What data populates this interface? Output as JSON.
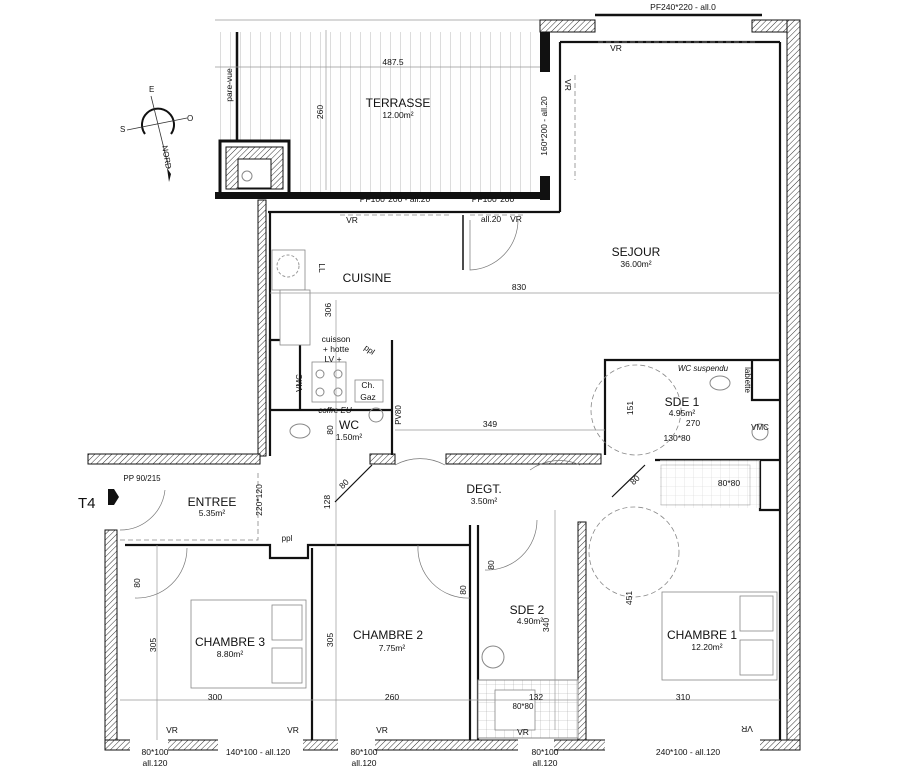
{
  "unit_type": "T4",
  "compass": {
    "e": "E",
    "o": "O",
    "s": "S",
    "nord": "NORD"
  },
  "rooms": {
    "terrasse": {
      "name": "TERRASSE",
      "area": "12.00m²"
    },
    "sejour": {
      "name": "SEJOUR",
      "area": "36.00m²"
    },
    "cuisine": {
      "name": "CUISINE"
    },
    "wc": {
      "name": "WC",
      "area": "1.50m²"
    },
    "sde1": {
      "name": "SDE 1",
      "area": "4.95m²"
    },
    "degt": {
      "name": "DEGT.",
      "area": "3.50m²"
    },
    "entree": {
      "name": "ENTREE",
      "area": "5.35m²"
    },
    "chambre3": {
      "name": "CHAMBRE 3",
      "area": "8.80m²"
    },
    "chambre2": {
      "name": "CHAMBRE 2",
      "area": "7.75m²"
    },
    "sde2": {
      "name": "SDE 2",
      "area": "4.90m²"
    },
    "chambre1": {
      "name": "CHAMBRE 1",
      "area": "12.20m²"
    }
  },
  "annotations": {
    "pare_vue": "pare-vue",
    "ll": "LL",
    "cuisson_1": "cuisson",
    "cuisson_2": "+ hotte",
    "cuisson_3": "LV +",
    "ppl_kitchen": "ppl",
    "vmc_kitchen": "VMC",
    "ch_gaz_1": "Ch.",
    "ch_gaz_2": "Gaz",
    "coffre_eu": "coffre EU",
    "wc_suspendu": "WC suspendu",
    "lablette": "lablette",
    "vmc_sde1": "VMC",
    "shower_sde1": "80*80",
    "basin_sde1": "130*80",
    "pp": "PP 90/215",
    "placard": "220*120",
    "ppl_entree": "ppl",
    "pv80": "PV80",
    "shower_sde2": "80*80"
  },
  "dimensions": {
    "terrasse_w": "487.5",
    "terrasse_h": "260",
    "sejour_w": "830",
    "cuisine_h": "306",
    "wc_h": "80",
    "degt_w": "349",
    "sde1_h": "151",
    "sde1_w": "270",
    "door_wc": "80",
    "door_sde1": "80",
    "entree_h": "128",
    "door_ch3": "80",
    "ch3_h": "305",
    "ch3_w": "300",
    "ch2_h": "305",
    "ch2_w": "260",
    "door_ch2": "80",
    "door_sde2": "80",
    "sde2_h": "340",
    "ch1_h": "451",
    "ch1_w": "310",
    "sde2_w": "132"
  },
  "openings": {
    "pf_terrasse_1": "PF100*200 - all.20",
    "pf_terrasse_2": "PF100*200",
    "pf_terrasse_2_all": "all.20",
    "pf_sejour_top": "PF240*220 - all.0",
    "pf_sejour_side": "160*200 - all.20",
    "w_ch3_a_1": "80*100",
    "w_ch3_a_2": "all.120",
    "w_ch3_b": "140*100 - all.120",
    "w_ch2_1": "80*100",
    "w_ch2_2": "all.120",
    "w_sde2_1": "80*100",
    "w_sde2_2": "all.120",
    "w_ch1": "240*100 - all.120",
    "vr": "VR"
  }
}
